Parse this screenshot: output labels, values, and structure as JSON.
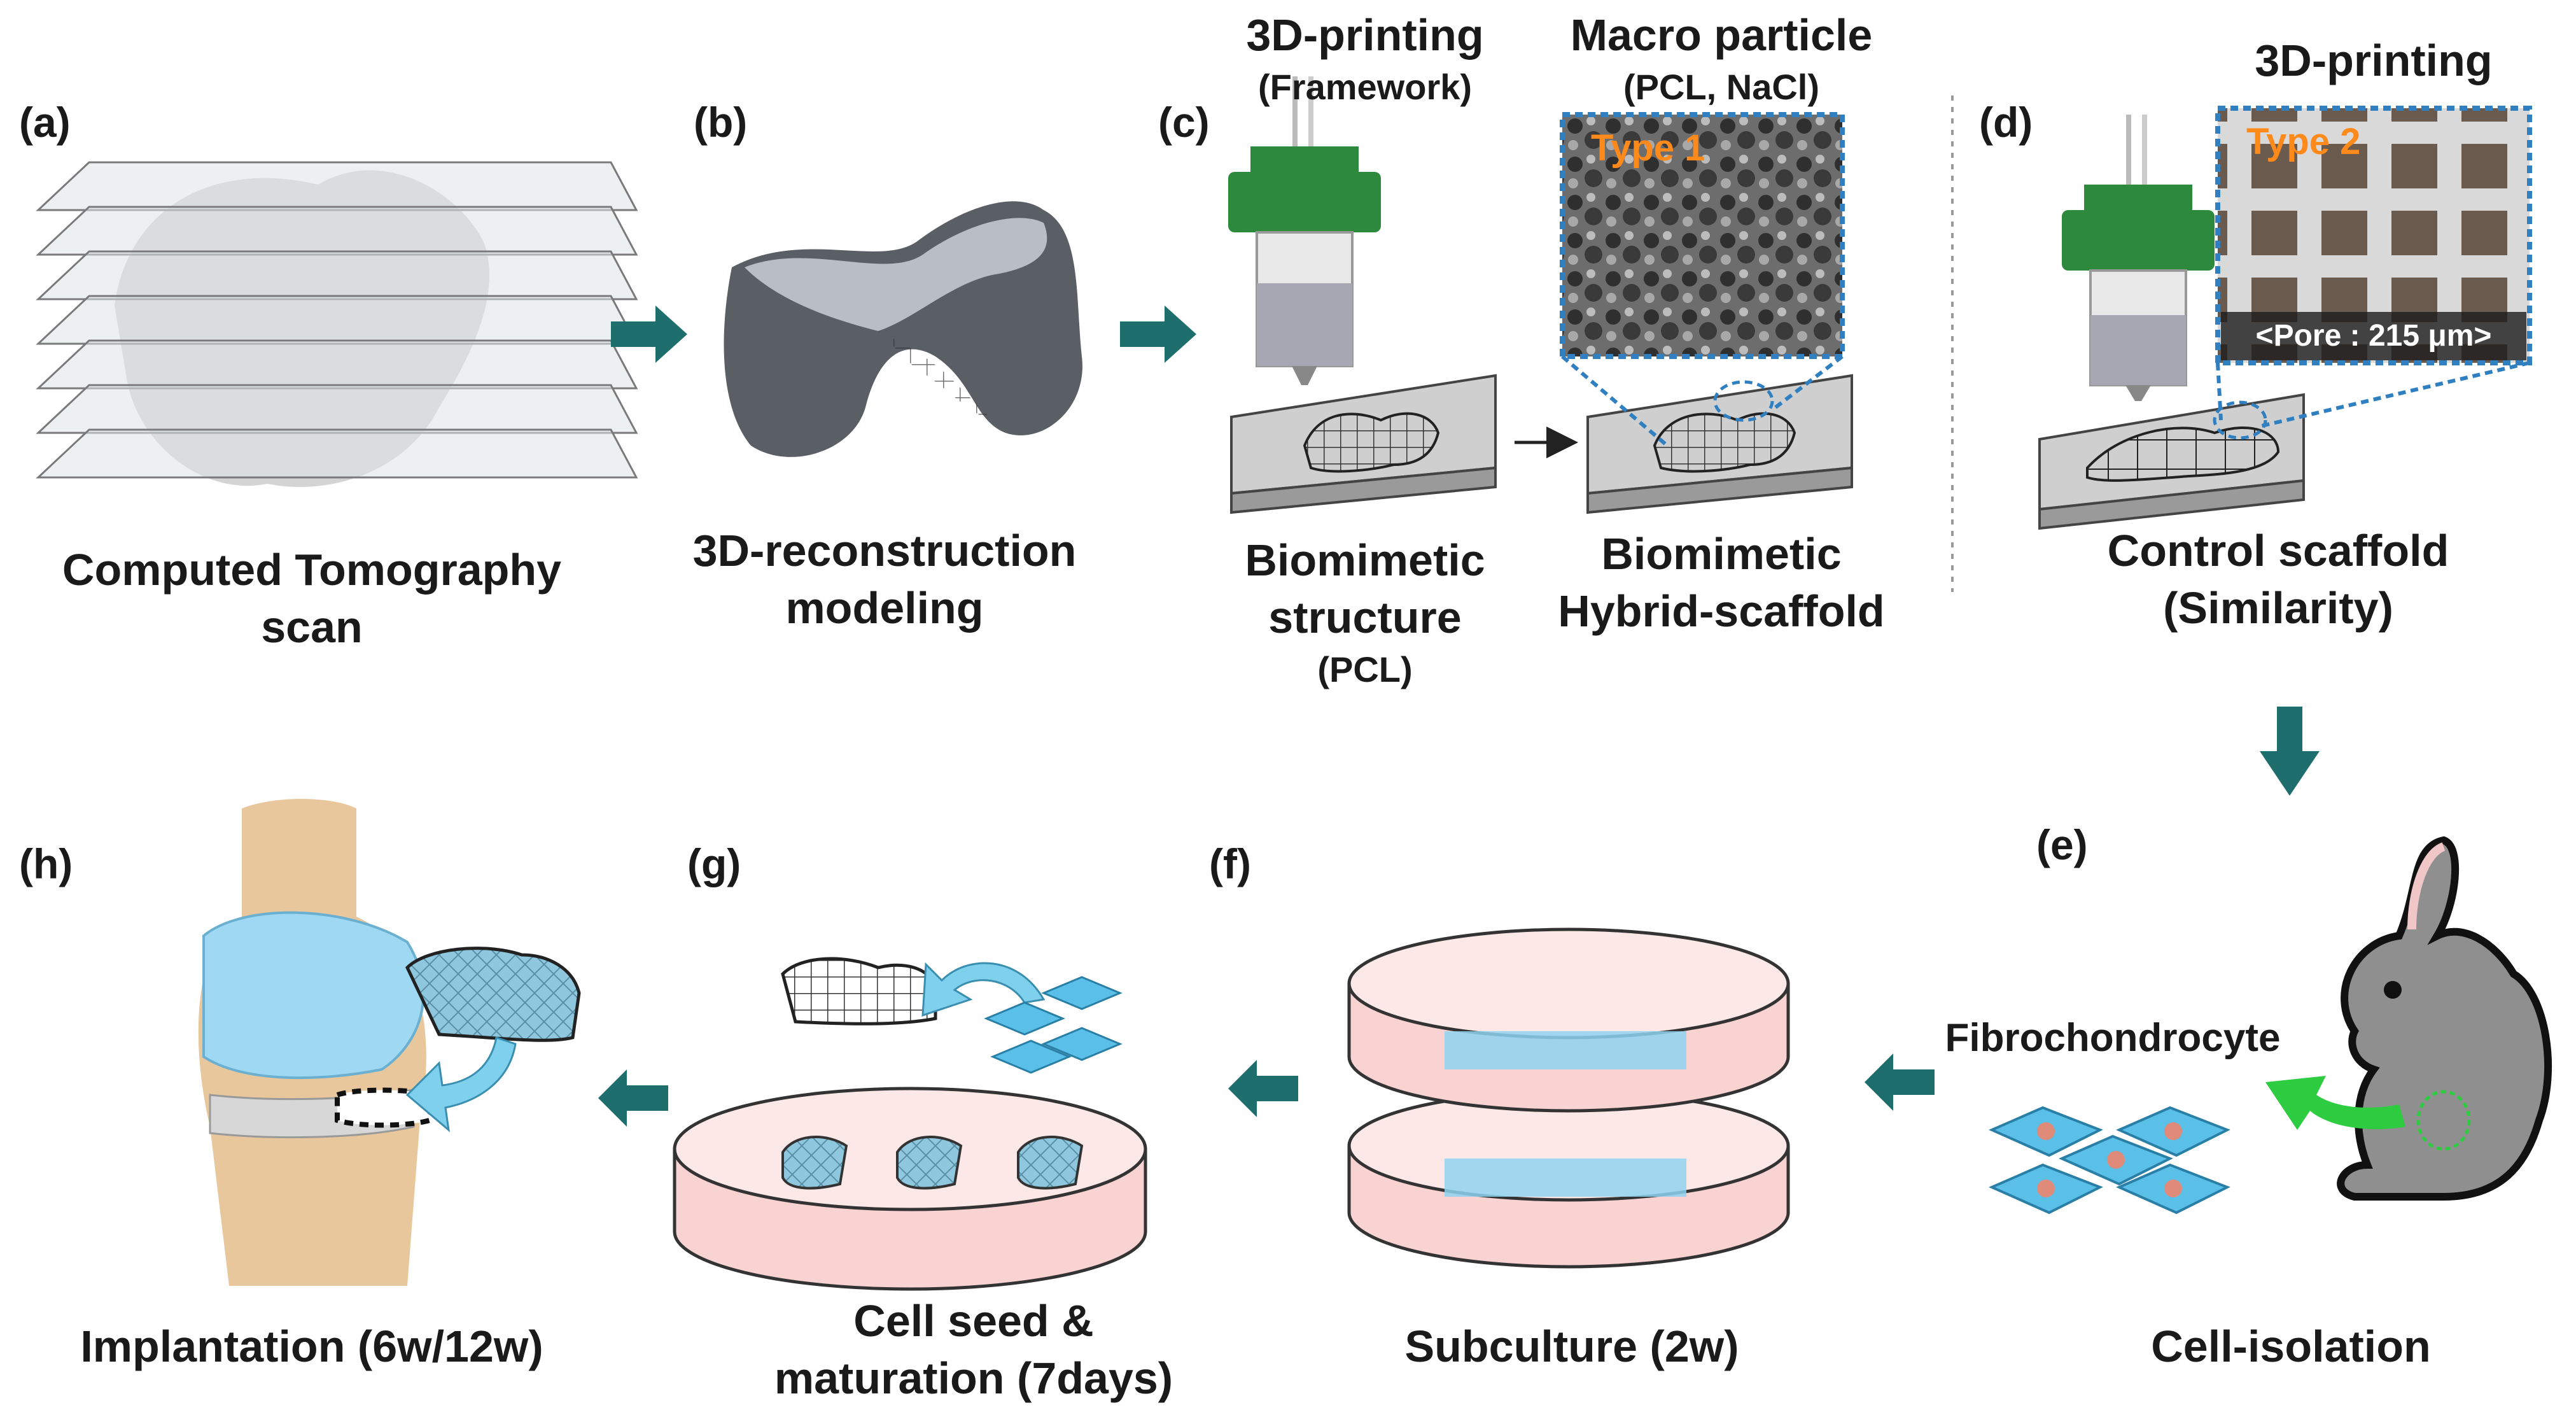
{
  "panels": {
    "a": "(a)",
    "b": "(b)",
    "c": "(c)",
    "d": "(d)",
    "e": "(e)",
    "f": "(f)",
    "g": "(g)",
    "h": "(h)"
  },
  "captions": {
    "ct_line1": "Computed Tomography",
    "ct_line2": "scan",
    "recon_line1": "3D-reconstruction",
    "recon_line2": "modeling",
    "printing_title": "3D-printing",
    "printing_sub": "(Framework)",
    "macro_title": "Macro particle",
    "macro_sub": "(PCL, NaCl)",
    "biostruct_line1": "Biomimetic",
    "biostruct_line2": "structure",
    "biostruct_sub": "(PCL)",
    "hybrid_line1": "Biomimetic",
    "hybrid_line2": "Hybrid-scaffold",
    "printing2_title": "3D-printing",
    "control_line1": "Control scaffold",
    "control_line2": "(Similarity)",
    "fibro": "Fibrochondrocyte",
    "cell_isolation": "Cell-isolation",
    "subculture": "Subculture (2w)",
    "cellseed_line1": "Cell seed &",
    "cellseed_line2": "maturation (7days)",
    "implantation": "Implantation (6w/12w)"
  },
  "insets": {
    "type1": "Type 1",
    "type2": "Type 2",
    "pore": "<Pore : 215 μm>"
  },
  "colors": {
    "arrow_teal": "#1f6e6e",
    "printer_green": "#2d8a3c",
    "inset_border": "#2f7fc1",
    "cell_blue": "#5bc0e8",
    "dish_pink": "#f9d2d2",
    "knee_tan": "#e8c79c",
    "cartilage_blue": "#9ed8f2",
    "rabbit_gray": "#8f8f8f",
    "green_arrow": "#2ecc40",
    "tag_orange": "#ff8a1c"
  }
}
